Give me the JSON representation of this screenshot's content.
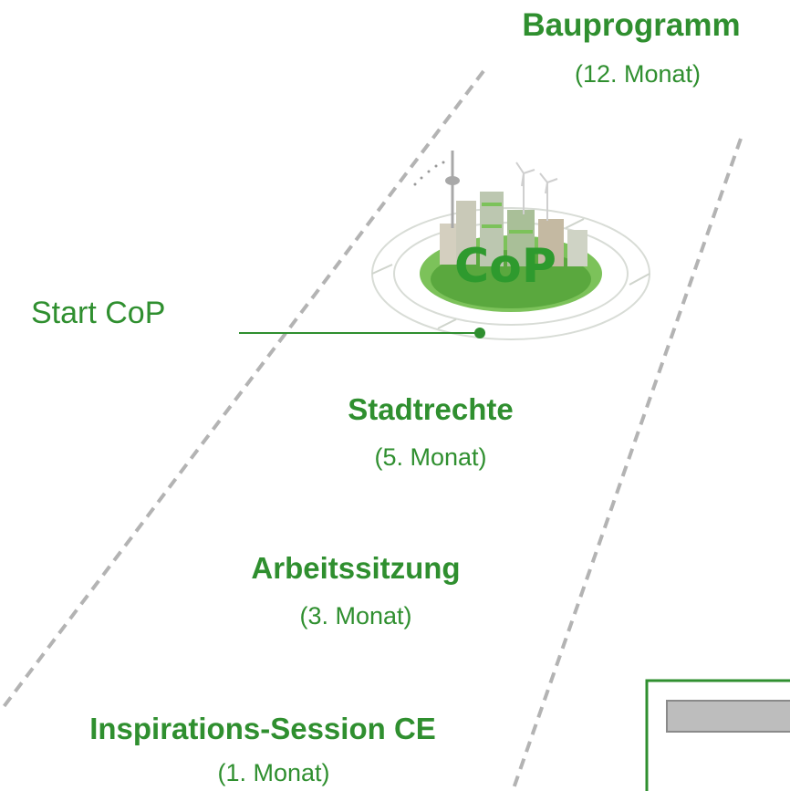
{
  "milestones": [
    {
      "title": "Bauprogramm",
      "subtitle": "(12. Monat)"
    },
    {
      "title": "Stadtrechte",
      "subtitle": "(5. Monat)"
    },
    {
      "title": "Arbeitssitzung",
      "subtitle": "(3. Monat)"
    },
    {
      "title": "Inspirations-Session CE",
      "subtitle": "(1. Monat)"
    }
  ],
  "start_marker": {
    "label": "Start CoP"
  },
  "cop_logo": {
    "text": "CoP",
    "icon": "city-globe-icon"
  },
  "colors": {
    "accent_green": "#2f8f2f",
    "dashed_line": "#b3b3b3",
    "panel_fill": "#bdbdbd"
  }
}
